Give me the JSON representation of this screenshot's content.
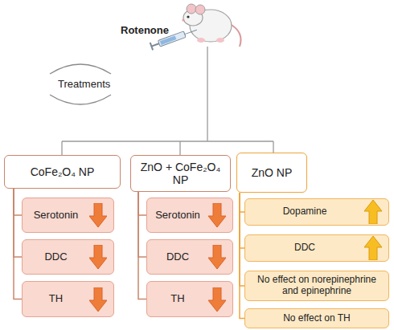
{
  "diagram": {
    "nodes": [
      {
        "text": [
          "CoFe₂O₄ NP"
        ]
      },
      {
        "text": [
          "Serotonin"
        ]
      },
      {
        "text": [
          "DDC"
        ]
      },
      {
        "text": [
          "TH"
        ]
      },
      {
        "text": [
          "ZnO + CoFe₂O₄ NP"
        ]
      },
      {
        "text": [
          "Serotonin"
        ]
      },
      {
        "text": [
          "DDC"
        ]
      },
      {
        "text": [
          "TH"
        ]
      },
      {
        "text": [
          "ZnO NP"
        ]
      },
      {
        "text": [
          "Dopamine"
        ]
      },
      {
        "text": [
          "DDC"
        ]
      },
      {
        "text": [
          "No effect on norepinephrine and epinephrine"
        ]
      },
      {
        "text": [
          "No effect on TH"
        ]
      }
    ],
    "edges": [
      {
        "from": 0,
        "to": 1,
        "arrow": "none"
      },
      {
        "from": 0,
        "to": 2,
        "arrow": "none"
      },
      {
        "from": 0,
        "to": 3,
        "arrow": "none"
      },
      {
        "from": 4,
        "to": 5,
        "arrow": "none"
      },
      {
        "from": 4,
        "to": 6,
        "arrow": "none"
      },
      {
        "from": 4,
        "to": 7,
        "arrow": "none"
      },
      {
        "from": 8,
        "to": 9,
        "arrow": "none"
      },
      {
        "from": 8,
        "to": 10,
        "arrow": "none"
      },
      {
        "from": 8,
        "to": 11,
        "arrow": "none"
      },
      {
        "from": 8,
        "to": 12,
        "arrow": "none"
      }
    ],
    "labels": [
      "Rotenone",
      "Treatments"
    ]
  }
}
